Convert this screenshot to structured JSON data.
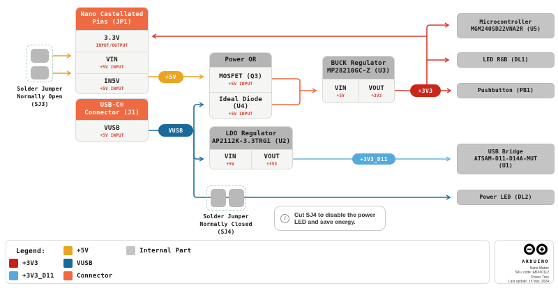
{
  "colors": {
    "v5": "#EBA41F",
    "v3v3": "#C1251A",
    "v3v3_line": "#D93A2B",
    "vusb": "#19699A",
    "vusb_line": "#1C6FA3",
    "v3v3_d11": "#56A9DB",
    "v3v3_d11_line": "#6CB4E0",
    "connector": "#EF6A42",
    "internal": "#C4C4C4",
    "or_merge_line": "#EC6A3F"
  },
  "jp1": {
    "title_lines": [
      "Nano Castellated",
      "Pins (JP1)"
    ],
    "rows": [
      {
        "label": "3.3V",
        "sub": "INPUT/OUTPUT"
      },
      {
        "label": "VIN",
        "sub": "+5V INPUT"
      },
      {
        "label": "IN5V",
        "sub": "+5V INPUT"
      }
    ]
  },
  "j1": {
    "title_lines": [
      "USB-C®",
      "Connector (J1)"
    ],
    "rows": [
      {
        "label": "VUSB",
        "sub": "+5V INPUT"
      }
    ]
  },
  "power_or": {
    "title": "Power OR",
    "rows": [
      {
        "label": "MOSFET (Q3)",
        "sub": "+5V INPUT"
      },
      {
        "label": "Ideal Diode (U4)",
        "sub": "+5V INPUT"
      }
    ]
  },
  "buck": {
    "title_lines": [
      "BUCK Regulator",
      "MP28210GC-Z (U3)"
    ],
    "cols": [
      {
        "label": "VIN",
        "sub": "+5V"
      },
      {
        "label": "VOUT",
        "sub": "+3V3"
      }
    ]
  },
  "ldo": {
    "title_lines": [
      "LDO Regulator",
      "AP2112K-3.3TRG1 (U2)"
    ],
    "cols": [
      {
        "label": "VIN",
        "sub": "+5V"
      },
      {
        "label": "VOUT",
        "sub": "+3V3"
      }
    ]
  },
  "targets": [
    {
      "id": "microcontroller",
      "lines": [
        "Microcontroller",
        "MGM240SD22VNA2R (U5)",
        ""
      ]
    },
    {
      "id": "led-rgb",
      "lines": [
        "LED RGB (DL1)",
        "",
        ""
      ]
    },
    {
      "id": "pushbutton",
      "lines": [
        "Pushbutton (PB1)",
        "",
        ""
      ]
    },
    {
      "id": "usb-bridge",
      "lines": [
        "USB Bridge",
        "ATSAM-D11-D14A-MUT",
        "(U1)"
      ]
    },
    {
      "id": "power-led",
      "lines": [
        "Power LED (DL2)",
        "",
        ""
      ]
    }
  ],
  "jumpers": {
    "sj3": {
      "lines": [
        "Solder Jumper",
        "Normally Open",
        "(SJ3)"
      ]
    },
    "sj4": {
      "lines": [
        "Solder Jumper",
        "Normally Closed",
        "(SJ4)"
      ]
    }
  },
  "pills": {
    "v5": "+5V",
    "vusb": "VUSB",
    "v3v3": "+3V3",
    "v3v3_d11": "+3V3_D11"
  },
  "note": {
    "icon": "info-icon",
    "icon_glyph": "i",
    "text": "Cut SJ4 to disable the power LED and save energy."
  },
  "legend": {
    "title": "Legend:",
    "items": [
      {
        "label": "+5V",
        "color": "#EBA41F"
      },
      {
        "label": "Internal Part",
        "color": "#C4C4C4"
      },
      {
        "label": "+3V3",
        "color": "#C1251A"
      },
      {
        "label": "VUSB",
        "color": "#19699A"
      },
      {
        "label": "+3V3_D11",
        "color": "#56A9DB"
      },
      {
        "label": "Connector",
        "color": "#EF6A42"
      }
    ]
  },
  "footer": {
    "brand": "ARDUINO",
    "product": "Nano Matter",
    "sku": "SKU code: ABX00112",
    "doc": "Power Tree",
    "updated": "Last update: 15 Mar, 2024"
  }
}
